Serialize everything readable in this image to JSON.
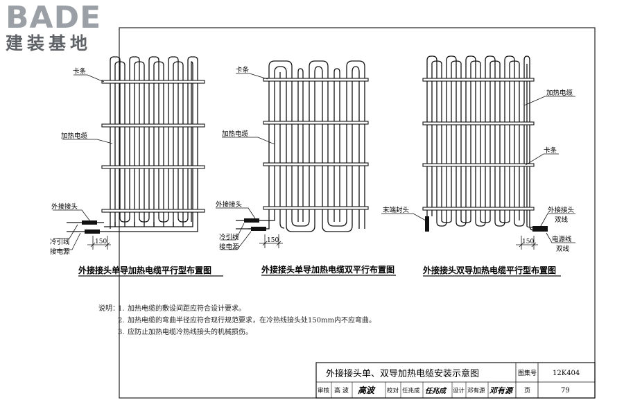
{
  "logo": {
    "brand": "BADE",
    "subtitle": "建装基地"
  },
  "diagrams": [
    {
      "caption": "外接接头单导加热电缆平行型布置图",
      "labels": {
        "clip": "卡条",
        "cable": "加热电缆",
        "external_joint": "外接接头",
        "cold_lead": "冷引线",
        "power_joint": "接电源",
        "dimension": "150"
      }
    },
    {
      "caption": "外接接头单导加热电缆双平行布置图",
      "labels": {
        "clip": "卡条",
        "cable": "加热电缆",
        "external_joint": "外接接头",
        "cold_lead": "冷引线",
        "power_joint": "接电源",
        "dimension": "150"
      }
    },
    {
      "caption": "外接接头双导加热电缆平行型布置图",
      "labels": {
        "cable": "加热电缆",
        "clip": "卡条",
        "end_cap": "末端封头",
        "external_joint": "外接接头",
        "double_wire": "双线",
        "power_line": "电源线",
        "double_wire_2": "双线",
        "dimension": "150"
      }
    }
  ],
  "notes": {
    "lead": "说明：",
    "items": [
      {
        "num": "1.",
        "text": "加热电缆的敷设间距应符合设计要求。"
      },
      {
        "num": "2.",
        "text": "加热电缆的弯曲半径应符合现行规范要求，在冷热线接头处150mm内不应弯曲。"
      },
      {
        "num": "3.",
        "text": "应防止加热电缆冷热线接头的机械损伤。"
      }
    ]
  },
  "title_block": {
    "title": "外接接头单、双导加热电缆安装示意图",
    "atlas_label": "图集号",
    "atlas_number": "12K404",
    "page_label": "页",
    "page_number": "79",
    "review_label": "审核",
    "reviewer": "高 波",
    "reviewer_sign": "高波",
    "check_label": "校对",
    "checker": "任兆成",
    "checker_sign": "任兆成",
    "design_label": "设计",
    "designer": "邓有源",
    "designer_sign": "邓有源"
  }
}
